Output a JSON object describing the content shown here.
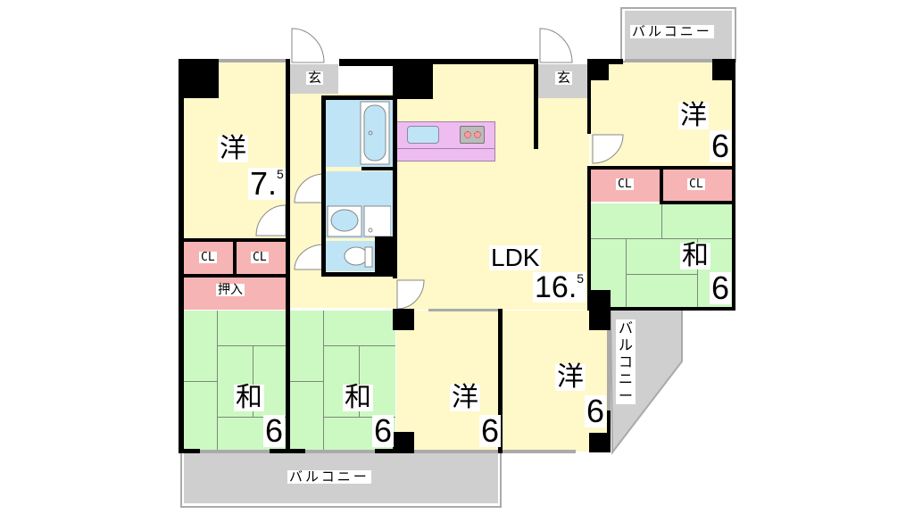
{
  "floorplan": {
    "rooms": {
      "western_1": {
        "kanji": "洋",
        "size_main": "7",
        "size_dot": ".",
        "size_sup": "5"
      },
      "ldk": {
        "label": "LDK",
        "size_main": "16",
        "size_dot": ".",
        "size_sup": "5"
      },
      "western_ne": {
        "kanji": "洋",
        "size": "6"
      },
      "japanese_e": {
        "kanji": "和",
        "size": "6"
      },
      "japanese_sw1": {
        "kanji": "和",
        "size": "6"
      },
      "japanese_sw2": {
        "kanji": "和",
        "size": "6"
      },
      "western_s1": {
        "kanji": "洋",
        "size": "6"
      },
      "western_s2": {
        "kanji": "洋",
        "size": "6"
      }
    },
    "entrances": [
      {
        "label": "玄"
      },
      {
        "label": "玄"
      }
    ],
    "closets": [
      {
        "label": "CL"
      },
      {
        "label": "CL"
      },
      {
        "label": "CL"
      },
      {
        "label": "CL"
      }
    ],
    "storage": {
      "label": "押入"
    },
    "balconies": {
      "top": "バルコニー",
      "bottom": "バルコニー",
      "side": [
        "バ",
        "ル",
        "コ",
        "ニ",
        "ー"
      ]
    },
    "colors": {
      "western": "#fff8c8",
      "japanese": "#ccf8c2",
      "closet": "#f7b4b4",
      "balcony": "#cfcfcf",
      "wet_area": "#bfe4f6",
      "kitchen": "#eebcf0"
    }
  }
}
